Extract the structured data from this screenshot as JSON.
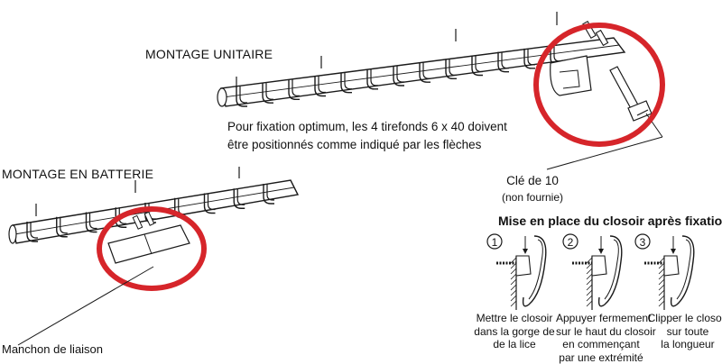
{
  "labels": {
    "montage_unitaire": "MONTAGE UNITAIRE",
    "montage_batterie": "MONTAGE EN BATTERIE",
    "fixation_note_line1": "Pour fixation optimum, les 4 tirefonds 6 x 40 doivent",
    "fixation_note_line2": "être positionnés comme indiqué par les flèches",
    "cle_title": "Clé de 10",
    "cle_sub": "(non fournie)",
    "closoir_title": "Mise en place du closoir après fixation",
    "manchon": "Manchon de liaison"
  },
  "steps": [
    {
      "number": "1",
      "caption_lines": [
        "Mettre le closoir",
        "dans la gorge de",
        "de la lice"
      ]
    },
    {
      "number": "2",
      "caption_lines": [
        "Appuyer fermement",
        "sur le haut du closoir",
        "en commençant",
        "par une extrémité"
      ]
    },
    {
      "number": "3",
      "caption_lines": [
        "Clipper le closoir",
        "sur toute",
        "la longueur"
      ]
    }
  ],
  "colors": {
    "highlight_ring": "#d6252a",
    "line": "#1a1a1a"
  }
}
